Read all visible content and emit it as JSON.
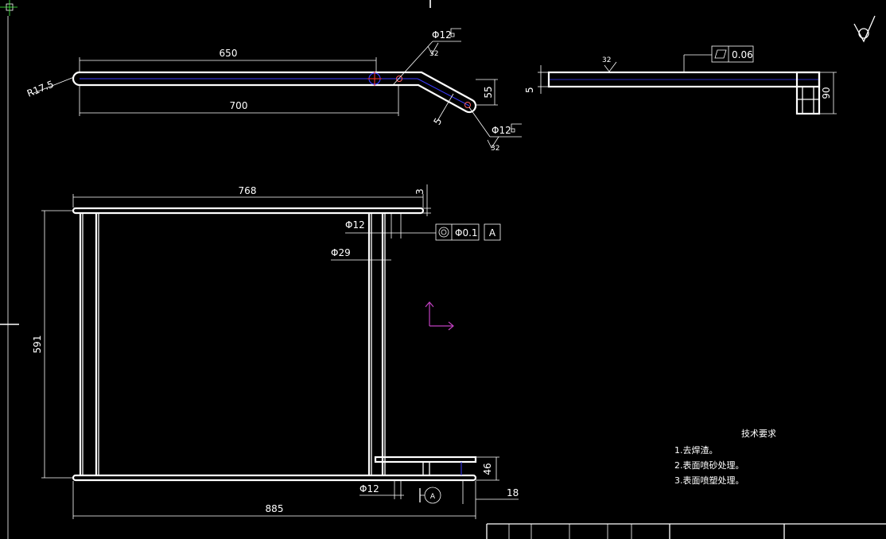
{
  "colors": {
    "background": "#000000",
    "lines": "#ffffff",
    "centerline": "#3a3aff",
    "ucs": "#c040c0",
    "marker": "#ff3030"
  },
  "top_view": {
    "dim_650": "650",
    "dim_700": "700",
    "radius": "R17.5",
    "dim_55": "55",
    "dim_5": "5",
    "hole_upper": "Φ12",
    "hole_lower": "Φ12",
    "rough_upper": "32",
    "rough_lower": "32"
  },
  "side_view": {
    "rough": "32",
    "flatness_value": "0.06",
    "dim_5": "5",
    "dim_90": "90"
  },
  "front_view": {
    "dim_768": "768",
    "dim_3": "3",
    "dim_phi12_top": "Φ12",
    "coaxiality_value": "Φ0.1",
    "datum_ref": "A",
    "dim_phi29": "Φ29",
    "dim_591": "591",
    "dim_phi12_bottom": "Φ12",
    "datum_label": "A",
    "dim_46": "46",
    "dim_18": "18",
    "dim_885": "885"
  },
  "tech_requirements": {
    "title": "技术要求",
    "items": [
      "1.去焊渣。",
      "2.表面喷砂处理。",
      "3.表面喷塑处理。"
    ]
  }
}
